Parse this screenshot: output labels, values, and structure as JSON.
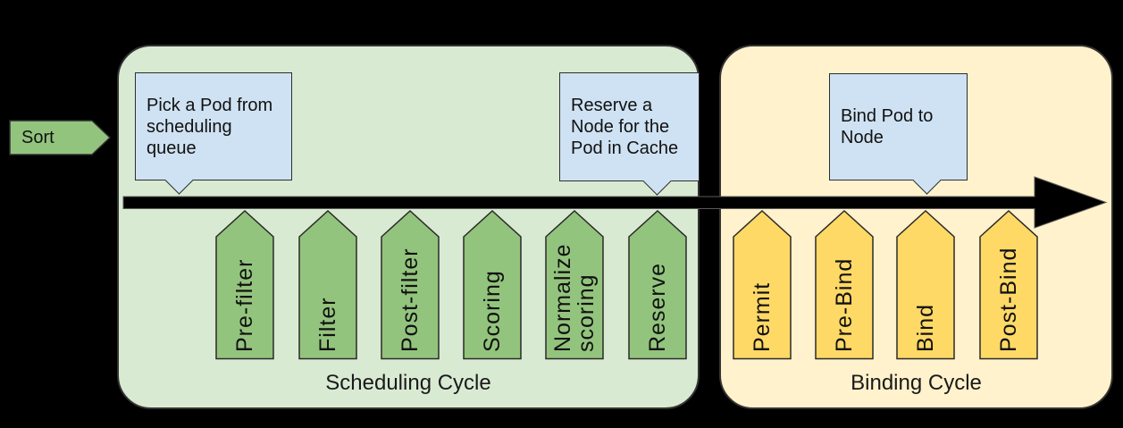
{
  "sort": {
    "label": "Sort"
  },
  "scheduling": {
    "title": "Scheduling Cycle",
    "stages": [
      "Pre-filter",
      "Filter",
      "Post-filter",
      "Scoring",
      "Normalize\nscoring",
      "Reserve"
    ],
    "callouts": [
      {
        "text": "Pick a Pod from\nscheduling\nqueue"
      },
      {
        "text": "Reserve a\nNode for the\nPod in Cache"
      }
    ]
  },
  "binding": {
    "title": "Binding Cycle",
    "stages": [
      "Permit",
      "Pre-Bind",
      "Bind",
      "Post-Bind"
    ],
    "callouts": [
      {
        "text": "Bind Pod to\nNode"
      }
    ]
  },
  "colors": {
    "background": "#000000",
    "scheduling_container": "#d9ead3",
    "binding_container": "#fff2cc",
    "scheduling_stage": "#93c47d",
    "binding_stage": "#ffd966",
    "callout": "#cfe2f3",
    "timeline_arrow": "#000000",
    "text": "#111111"
  }
}
